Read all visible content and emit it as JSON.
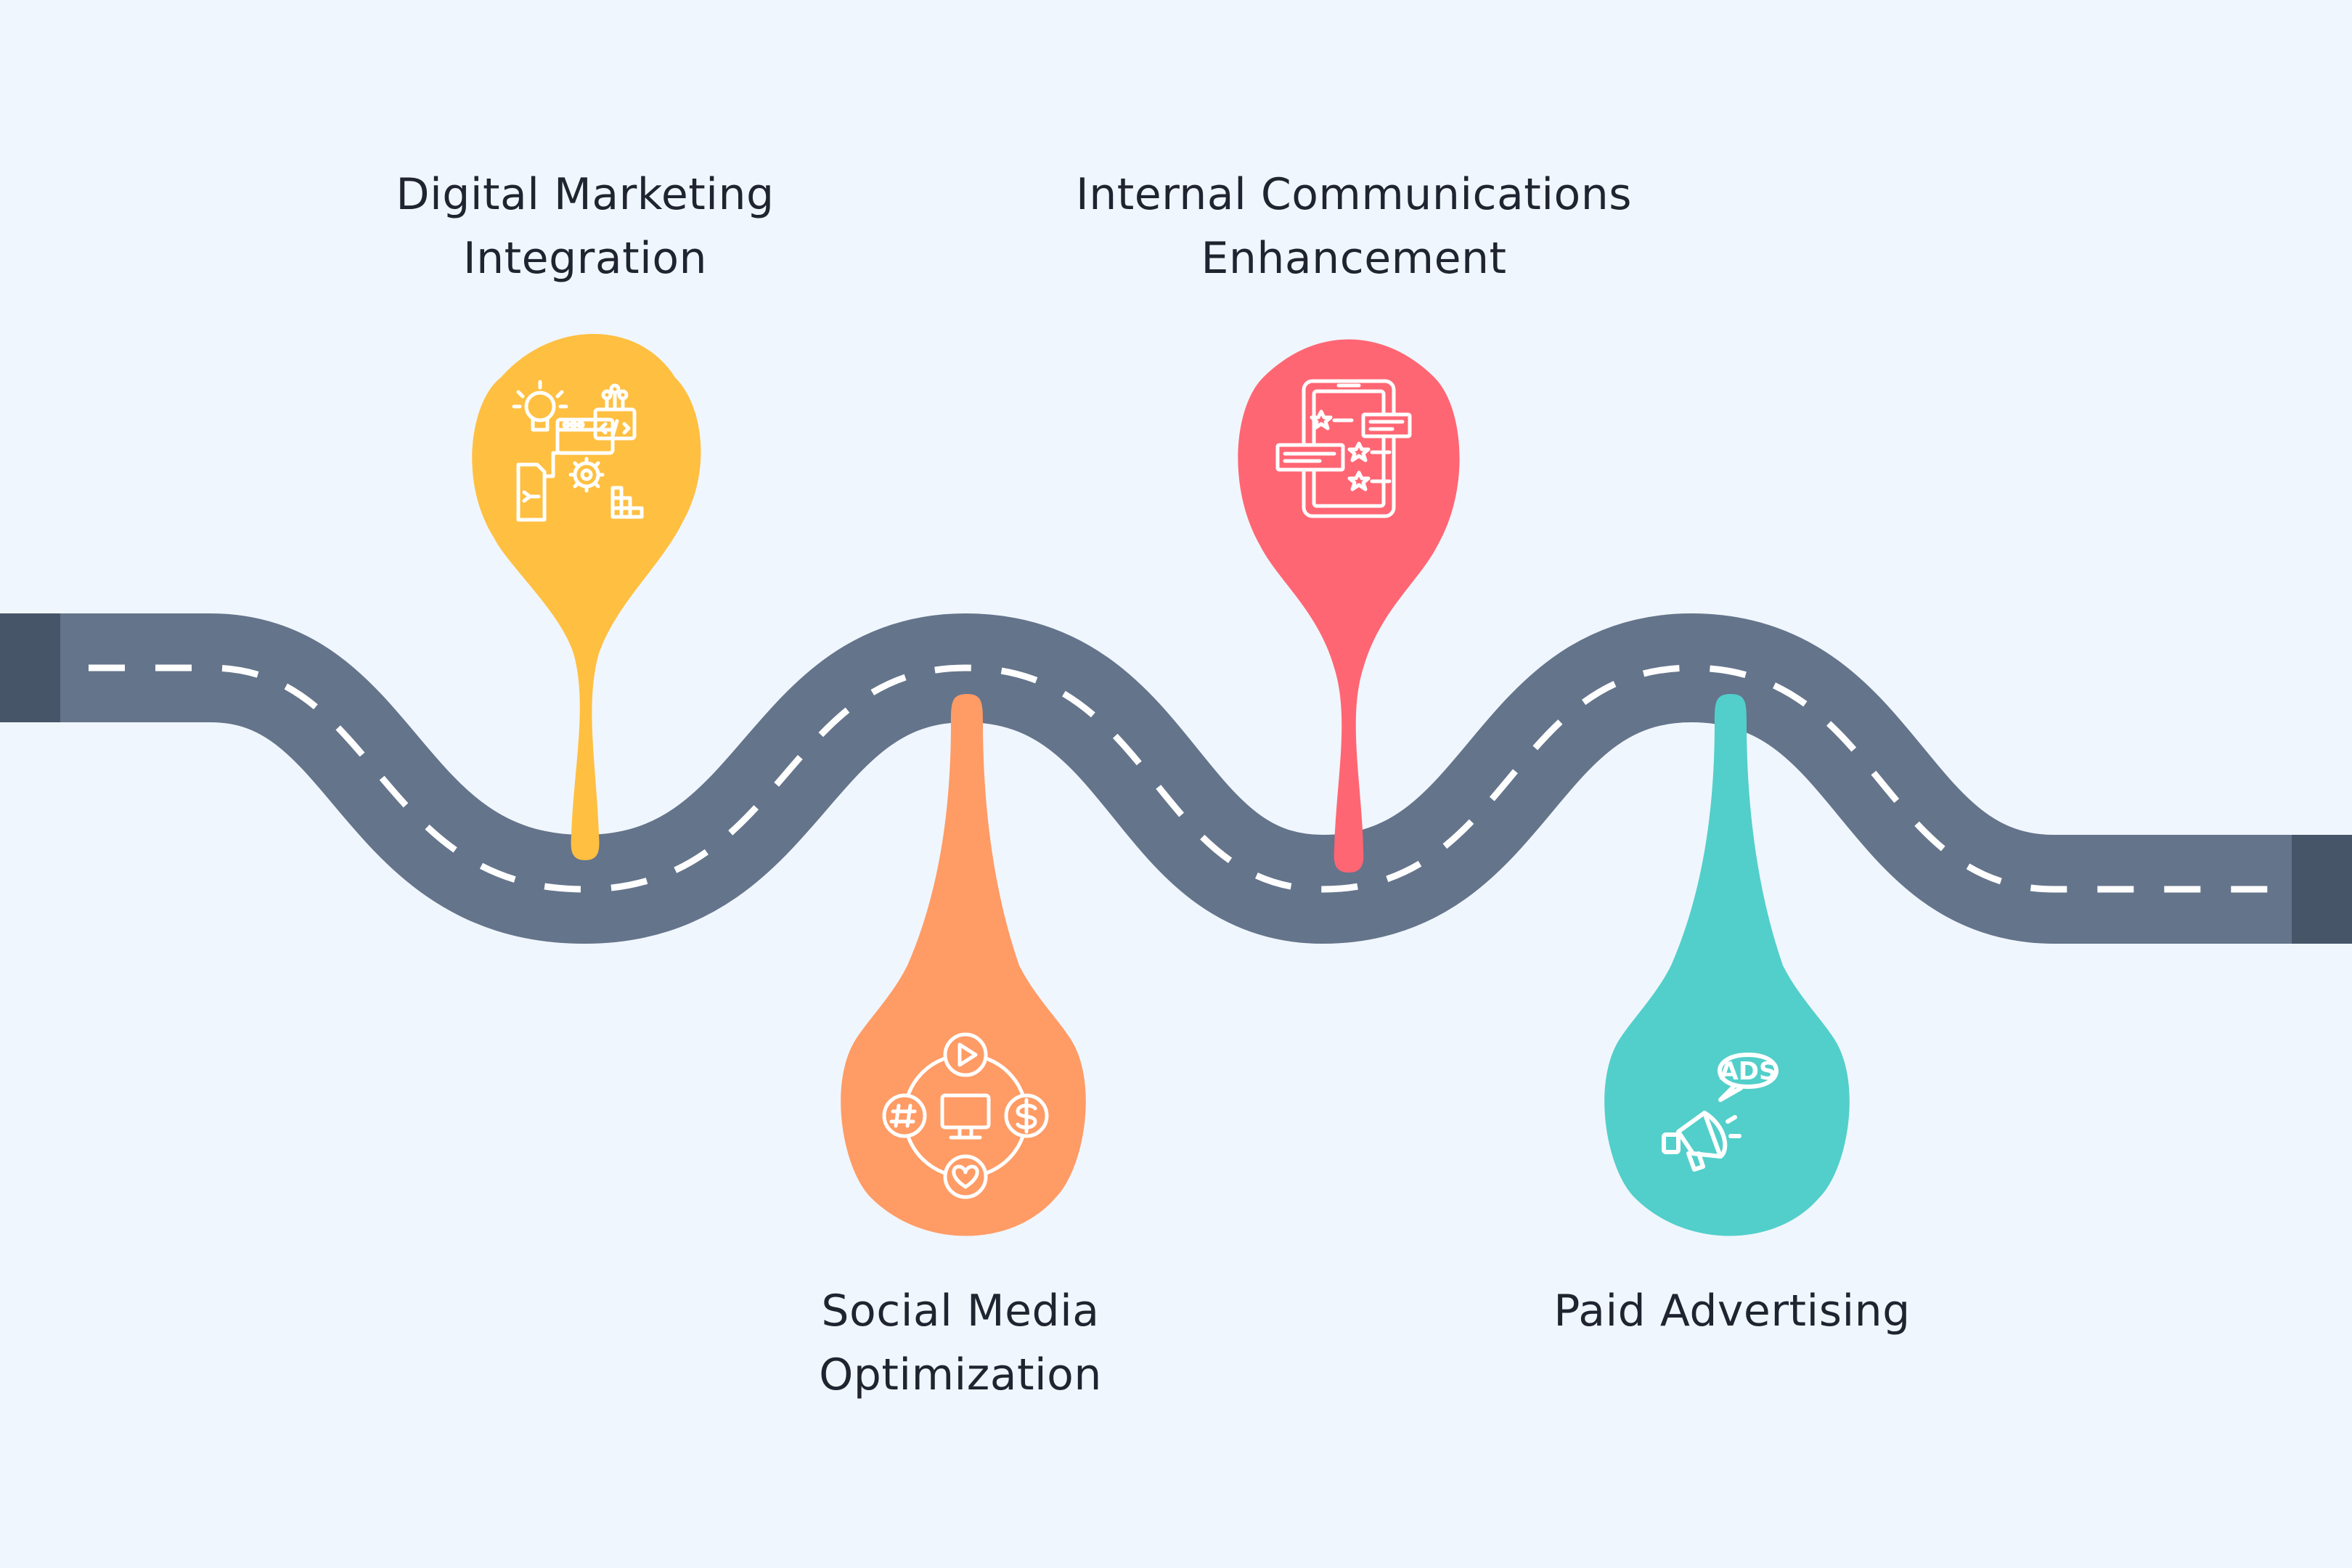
{
  "diagram": {
    "colors": {
      "background": "#f0f6fd",
      "road": "#64748b",
      "road_end_caps": "#475569",
      "lane_dashes": "#ffffff",
      "icon_stroke": "#ffffff"
    },
    "milestones": [
      {
        "id": "digital",
        "label_lines": [
          "Digital Marketing",
          "Integration"
        ],
        "color": "#ffbf40",
        "icon": "digital-integration-icon"
      },
      {
        "id": "social",
        "label_lines": [
          "Social Media",
          "Optimization"
        ],
        "color": "#ff9b65",
        "icon": "social-media-hub-icon"
      },
      {
        "id": "internal",
        "label_lines": [
          "Internal Communications",
          "Enhancement"
        ],
        "color": "#ff6673",
        "icon": "tablet-chat-icon"
      },
      {
        "id": "paid",
        "label_lines": [
          "Paid Advertising"
        ],
        "color": "#52cfca",
        "icon": "megaphone-ads-icon",
        "icon_text": "ADS"
      }
    ]
  }
}
